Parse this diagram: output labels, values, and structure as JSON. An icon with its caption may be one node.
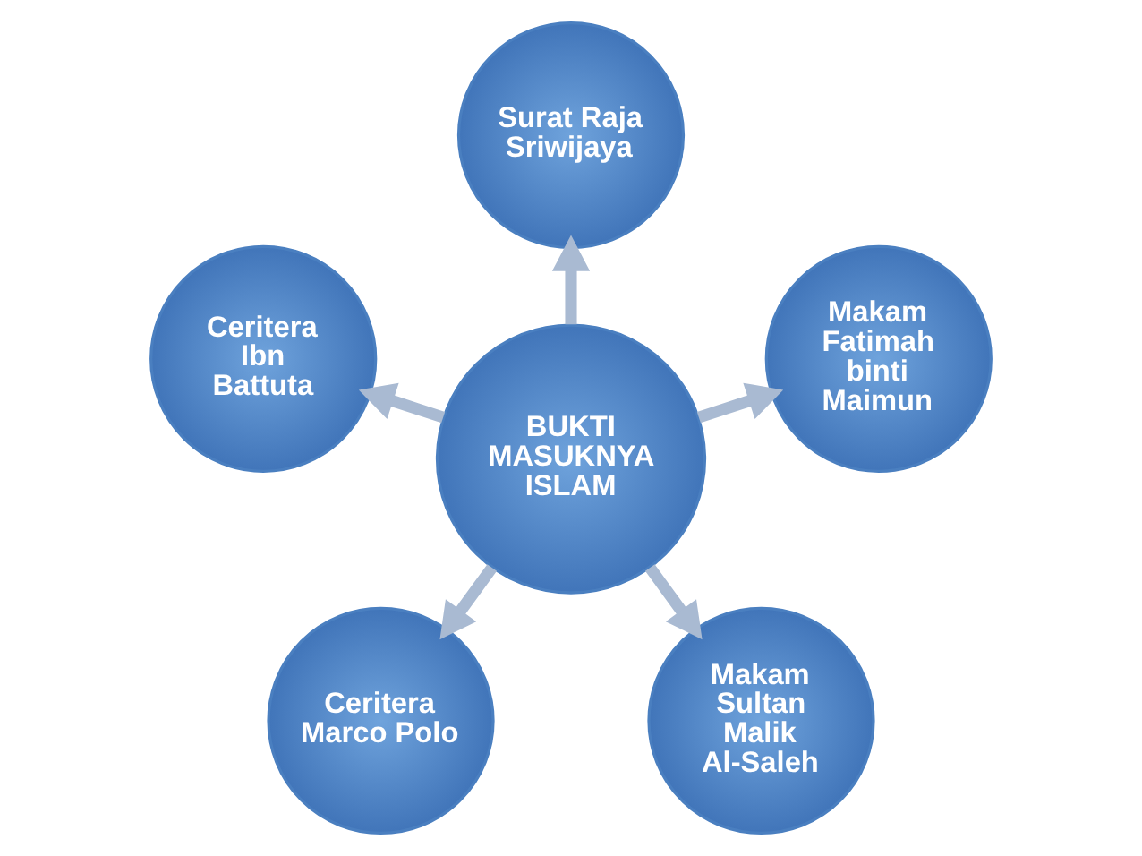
{
  "diagram": {
    "nodes": [
      {
        "text": [
          "Surat Raja Sriwijaya"
        ]
      },
      {
        "text": [
          "Ceritera Ibn Battuta"
        ]
      },
      {
        "text": [
          "Makam Fatimah binti Maimun"
        ]
      },
      {
        "text": [
          "BUKTI MASUKNYA ISLAM"
        ]
      },
      {
        "text": [
          "Ceritera Marco Polo"
        ]
      },
      {
        "text": [
          "Makam Sultan Malik Al-Saleh"
        ]
      }
    ],
    "edges": [
      {
        "from": 3,
        "to": 0,
        "arrow": "to"
      },
      {
        "from": 3,
        "to": 2,
        "arrow": "to"
      },
      {
        "from": 3,
        "to": 5,
        "arrow": "to"
      },
      {
        "from": 3,
        "to": 4,
        "arrow": "to"
      },
      {
        "from": 3,
        "to": 1,
        "arrow": "to"
      }
    ]
  }
}
